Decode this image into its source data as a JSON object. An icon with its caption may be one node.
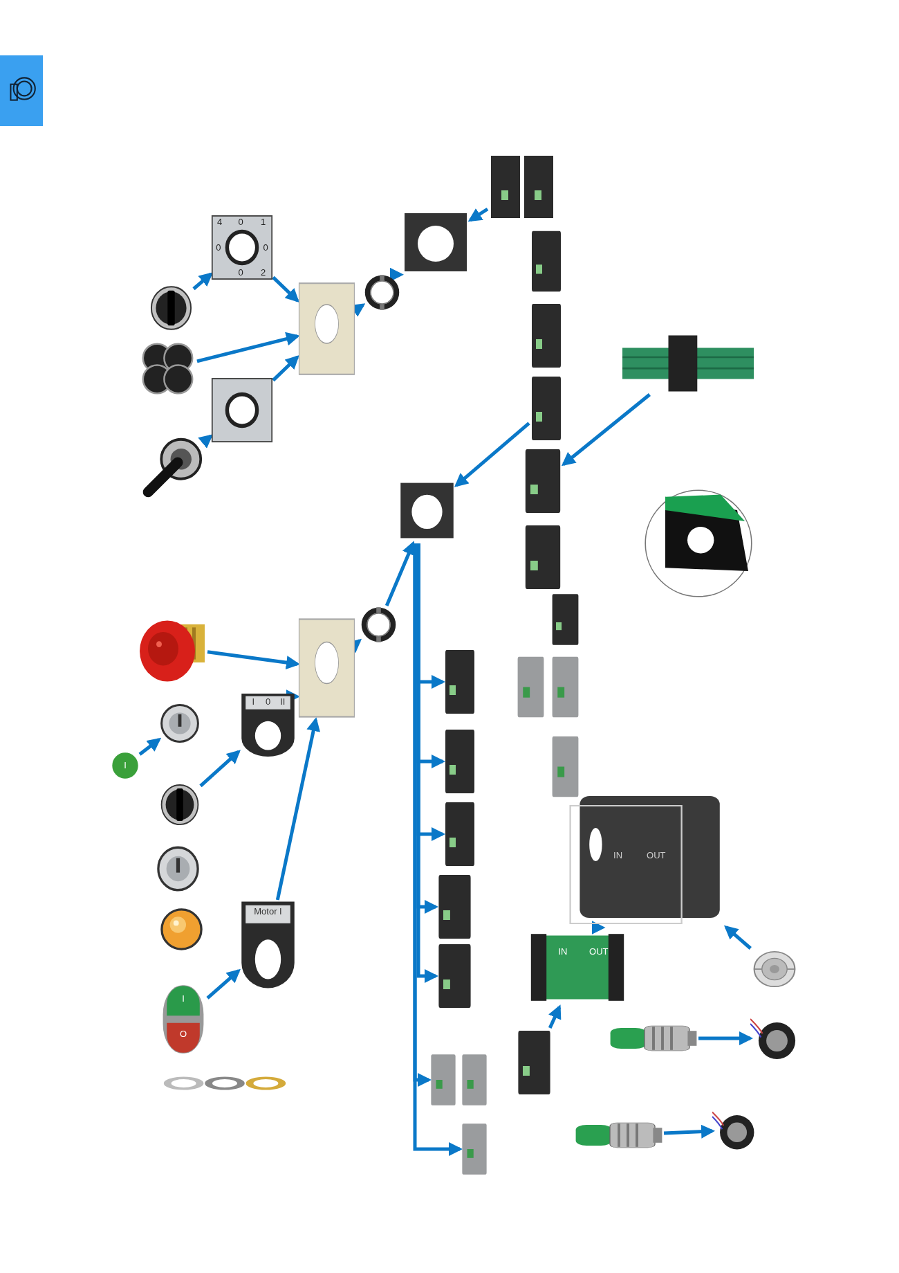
{
  "diagram": {
    "nodes": [
      {
        "text": [
          "4",
          "0",
          "1",
          "0",
          "0",
          "0",
          "2"
        ]
      },
      {
        "text": [],
        "shape": "picture"
      },
      {
        "text": [],
        "shape": "picture"
      },
      {
        "text": [],
        "shape": "picture"
      },
      {
        "text": [],
        "shape": "picture"
      },
      {
        "text": [],
        "shape": "picture"
      },
      {
        "text": [],
        "shape": "picture"
      },
      {
        "text": [],
        "shape": "picture"
      },
      {
        "text": [],
        "shape": "picture"
      },
      {
        "text": [],
        "shape": "picture"
      },
      {
        "text": [],
        "shape": "picture"
      },
      {
        "text": [],
        "shape": "picture"
      },
      {
        "text": [],
        "shape": "picture"
      },
      {
        "text": [],
        "shape": "picture"
      },
      {
        "text": [],
        "shape": "picture"
      },
      {
        "text": [],
        "shape": "picture"
      },
      {
        "text": [],
        "shape": "picture"
      },
      {
        "text": [],
        "shape": "picture"
      },
      {
        "text": [],
        "shape": "picture"
      },
      {
        "text": [],
        "shape": "picture"
      },
      {
        "text": [
          "I"
        ]
      },
      {
        "text": [],
        "shape": "picture"
      },
      {
        "text": [],
        "shape": "picture"
      },
      {
        "text": [],
        "shape": "picture"
      },
      {
        "text": [
          "I",
          "O"
        ]
      },
      {
        "text": [],
        "shape": "picture"
      },
      {
        "text": [
          "I",
          "0",
          "II"
        ]
      },
      {
        "text": [
          "Motor I"
        ]
      },
      {
        "text": [],
        "shape": "picture"
      },
      {
        "text": [],
        "shape": "picture"
      },
      {
        "text": [],
        "shape": "picture"
      },
      {
        "text": [],
        "shape": "picture"
      },
      {
        "text": [],
        "shape": "picture"
      },
      {
        "text": [],
        "shape": "picture"
      },
      {
        "text": [],
        "shape": "picture"
      },
      {
        "text": [],
        "shape": "picture"
      },
      {
        "text": [],
        "shape": "picture"
      },
      {
        "text": [],
        "shape": "picture"
      },
      {
        "text": [
          "IN",
          "OUT"
        ]
      },
      {
        "text": [
          "IN",
          "OUT"
        ]
      },
      {
        "text": [],
        "shape": "picture"
      },
      {
        "text": [],
        "shape": "picture"
      },
      {
        "text": [],
        "shape": "picture"
      },
      {
        "text": [],
        "shape": "picture"
      },
      {
        "text": [],
        "shape": "picture"
      },
      {
        "text": [],
        "shape": "picture"
      },
      {
        "text": [],
        "shape": "picture"
      },
      {
        "text": [],
        "shape": "picture"
      },
      {
        "text": [],
        "shape": "picture"
      }
    ],
    "edges": [
      {
        "from": 1,
        "to": 0,
        "arrow": "to"
      },
      {
        "from": 4,
        "to": 3,
        "arrow": "to"
      },
      {
        "from": 0,
        "to": 5,
        "arrow": "to"
      },
      {
        "from": 2,
        "to": 5,
        "arrow": "to"
      },
      {
        "from": 3,
        "to": 5,
        "arrow": "to"
      },
      {
        "from": 5,
        "to": 6,
        "arrow": "to"
      },
      {
        "from": 6,
        "to": 7,
        "arrow": "to"
      },
      {
        "from": 8,
        "to": 7,
        "arrow": "to"
      },
      {
        "from": 15,
        "to": 12,
        "arrow": "to"
      },
      {
        "from": 11,
        "to": 17,
        "arrow": "to"
      },
      {
        "from": 20,
        "to": 19,
        "arrow": "to"
      },
      {
        "from": 21,
        "to": 26,
        "arrow": "to"
      },
      {
        "from": 24,
        "to": 27,
        "arrow": "to"
      },
      {
        "from": 18,
        "to": 28,
        "arrow": "to"
      },
      {
        "from": 26,
        "to": 28,
        "arrow": "to"
      },
      {
        "from": 27,
        "to": 28,
        "arrow": "to"
      },
      {
        "from": 28,
        "to": 29,
        "arrow": "to"
      },
      {
        "from": 29,
        "to": 17,
        "arrow": "to"
      },
      {
        "from": 17,
        "to": 30,
        "arrow": "to"
      },
      {
        "from": 17,
        "to": 31,
        "arrow": "to"
      },
      {
        "from": 17,
        "to": 32,
        "arrow": "to"
      },
      {
        "from": 17,
        "to": 33,
        "arrow": "to"
      },
      {
        "from": 17,
        "to": 34,
        "arrow": "to"
      },
      {
        "from": 17,
        "to": 41,
        "arrow": "to"
      },
      {
        "from": 17,
        "to": 43,
        "arrow": "to"
      },
      {
        "from": 40,
        "to": 39,
        "arrow": "to"
      },
      {
        "from": 39,
        "to": 38,
        "arrow": "to"
      },
      {
        "from": 44,
        "to": 38,
        "arrow": "to"
      },
      {
        "from": 46,
        "to": 45,
        "arrow": "to"
      },
      {
        "from": 48,
        "to": 47,
        "arrow": "to"
      }
    ]
  }
}
